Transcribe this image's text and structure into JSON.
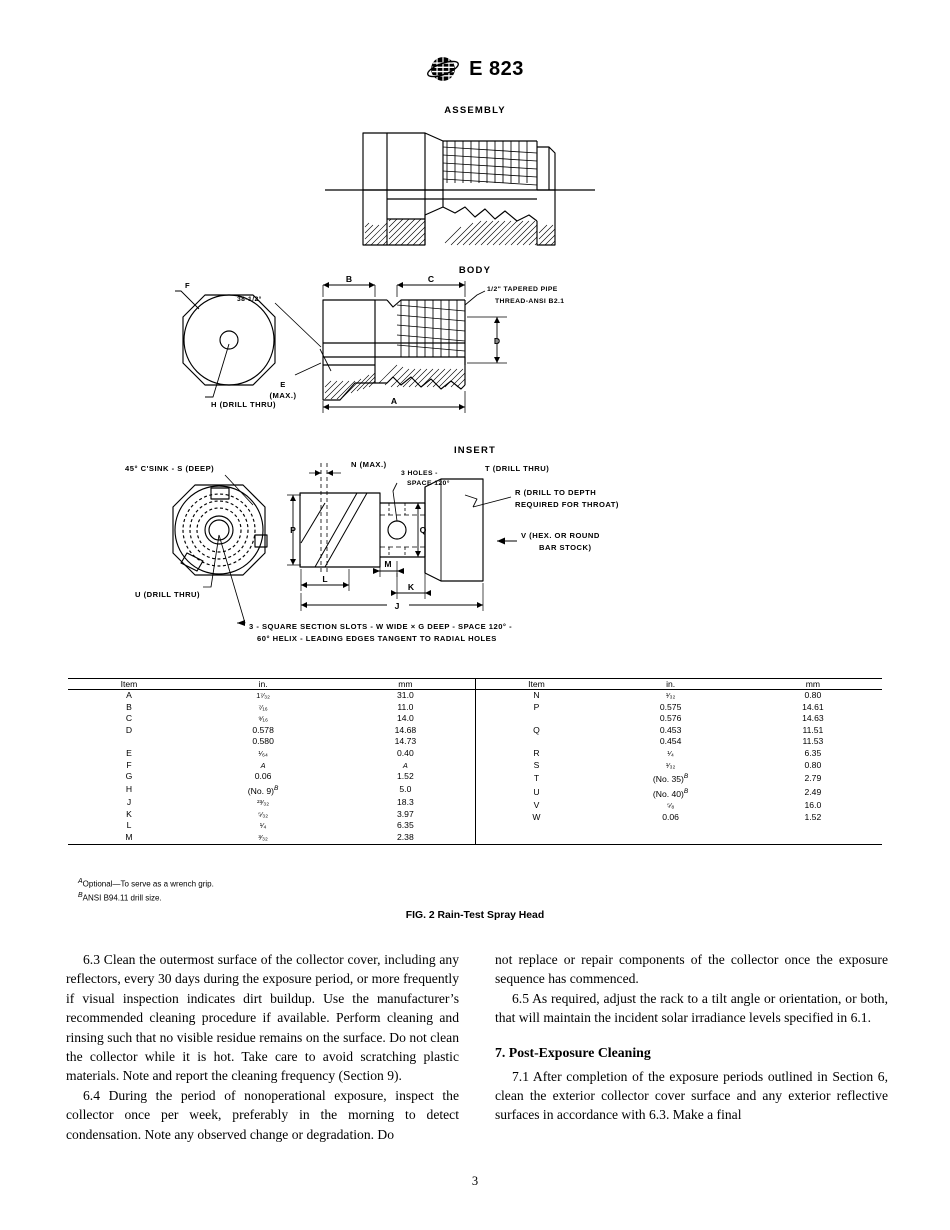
{
  "header": {
    "standard_number": "E 823",
    "logo": "astm-logo"
  },
  "figure": {
    "caption": "FIG. 2 Rain-Test Spray Head",
    "assembly": {
      "title": "ASSEMBLY"
    },
    "body": {
      "title": "BODY",
      "labels": {
        "F": "F",
        "H": "H (DRILL THRU)",
        "angle": "38-1/2°",
        "B": "B",
        "C": "C",
        "D": "D",
        "A": "A",
        "E": "E",
        "E_max": "(MAX.)",
        "thread_1": "1/2\" TAPERED PIPE",
        "thread_2": "THREAD-ANSI B2.1"
      }
    },
    "insert": {
      "title": "INSERT",
      "labels": {
        "csink": "45° C'SINK - S (DEEP)",
        "U": "U (DRILL THRU)",
        "N": "N (MAX.)",
        "holes_1": "3 HOLES -",
        "holes_2": "SPACE 120°",
        "T": "T (DRILL THRU)",
        "R_1": "R (DRILL TO DEPTH",
        "R_2": "REQUIRED FOR THROAT)",
        "V_1": "V (HEX. OR ROUND",
        "V_2": "BAR STOCK)",
        "P": "P",
        "Q": "Q",
        "M": "M",
        "L": "L",
        "K": "K",
        "J": "J",
        "slots_1": "3 - SQUARE SECTION SLOTS - W  WIDE ×  G  DEEP - SPACE 120° -",
        "slots_2": "60° HELIX - LEADING EDGES TANGENT  TO RADIAL HOLES"
      }
    }
  },
  "table": {
    "headers": {
      "item": "Item",
      "in": "in.",
      "mm": "mm"
    },
    "left_rows": [
      {
        "item": "A",
        "in": "1⁷⁄₃₂",
        "in_frac": true,
        "mm": "31.0"
      },
      {
        "item": "B",
        "in": "⁷⁄₁₆",
        "in_frac": true,
        "mm": "11.0"
      },
      {
        "item": "C",
        "in": "⁹⁄₁₆",
        "in_frac": true,
        "mm": "14.0"
      },
      {
        "item": "D",
        "in": "0.578",
        "mm": "14.68"
      },
      {
        "item": "",
        "in": "0.580",
        "mm": "14.73"
      },
      {
        "item": "E",
        "in": "¹⁄₆₄",
        "in_frac": true,
        "mm": "0.40"
      },
      {
        "item": "F",
        "in": "A",
        "in_fn": true,
        "mm": "A",
        "mm_fn": true
      },
      {
        "item": "G",
        "in": "0.06",
        "mm": "1.52"
      },
      {
        "item": "H",
        "in": "(No. 9)",
        "in_sup": "B",
        "mm": "5.0"
      },
      {
        "item": "J",
        "in": "²³⁄₃₂",
        "in_frac": true,
        "mm": "18.3"
      },
      {
        "item": "K",
        "in": "⁵⁄₃₂",
        "in_frac": true,
        "mm": "3.97"
      },
      {
        "item": "L",
        "in": "¹⁄₄",
        "in_frac": true,
        "mm": "6.35"
      },
      {
        "item": "M",
        "in": "³⁄₃₂",
        "in_frac": true,
        "mm": "2.38"
      }
    ],
    "right_rows": [
      {
        "item": "N",
        "in": "¹⁄₃₂",
        "in_frac": true,
        "mm": "0.80"
      },
      {
        "item": "P",
        "in": "0.575",
        "mm": "14.61"
      },
      {
        "item": "",
        "in": "0.576",
        "mm": "14.63"
      },
      {
        "item": "Q",
        "in": "0.453",
        "mm": "11.51"
      },
      {
        "item": "",
        "in": "0.454",
        "mm": "11.53"
      },
      {
        "item": "R",
        "in": "¹⁄₄",
        "in_frac": true,
        "mm": "6.35"
      },
      {
        "item": "S",
        "in": "¹⁄₃₂",
        "in_frac": true,
        "mm": "0.80"
      },
      {
        "item": "T",
        "in": "(No. 35)",
        "in_sup": "B",
        "mm": "2.79"
      },
      {
        "item": "U",
        "in": "(No. 40)",
        "in_sup": "B",
        "mm": "2.49"
      },
      {
        "item": "V",
        "in": "⁵⁄₈",
        "in_frac": true,
        "mm": "16.0"
      },
      {
        "item": "W",
        "in": "0.06",
        "mm": "1.52"
      }
    ],
    "footnotes": [
      {
        "mark": "A",
        "text": "Optional—To serve as a wrench grip."
      },
      {
        "mark": "B",
        "text": "ANSI B94.11 drill size."
      }
    ]
  },
  "body_text": {
    "left": [
      "6.3 Clean the outermost surface of the collector cover, including any reflectors, every 30 days during the exposure period, or more frequently if visual inspection indicates dirt buildup. Use the manufacturer’s recommended cleaning procedure if available. Perform cleaning and rinsing such that no visible residue remains on the surface. Do not clean the collector while it is hot. Take care to avoid scratching plastic materials. Note and report the cleaning frequency (Section 9).",
      "6.4 During the period of nonoperational exposure, inspect the collector once per week, preferably in the morning to detect condensation. Note any observed change or degradation. Do"
    ],
    "right_continuation": "not replace or repair components of the collector once the exposure sequence has commenced.",
    "right": [
      "6.5 As required, adjust the rack to a tilt angle or orientation, or both, that will maintain the incident solar irradiance levels specified in 6.1."
    ],
    "section_heading": "7. Post-Exposure Cleaning",
    "right_after_heading": [
      "7.1 After completion of the exposure periods outlined in Section 6, clean the exterior collector cover surface and any exterior reflective surfaces in accordance with 6.3. Make a final"
    ]
  },
  "page_number": "3"
}
